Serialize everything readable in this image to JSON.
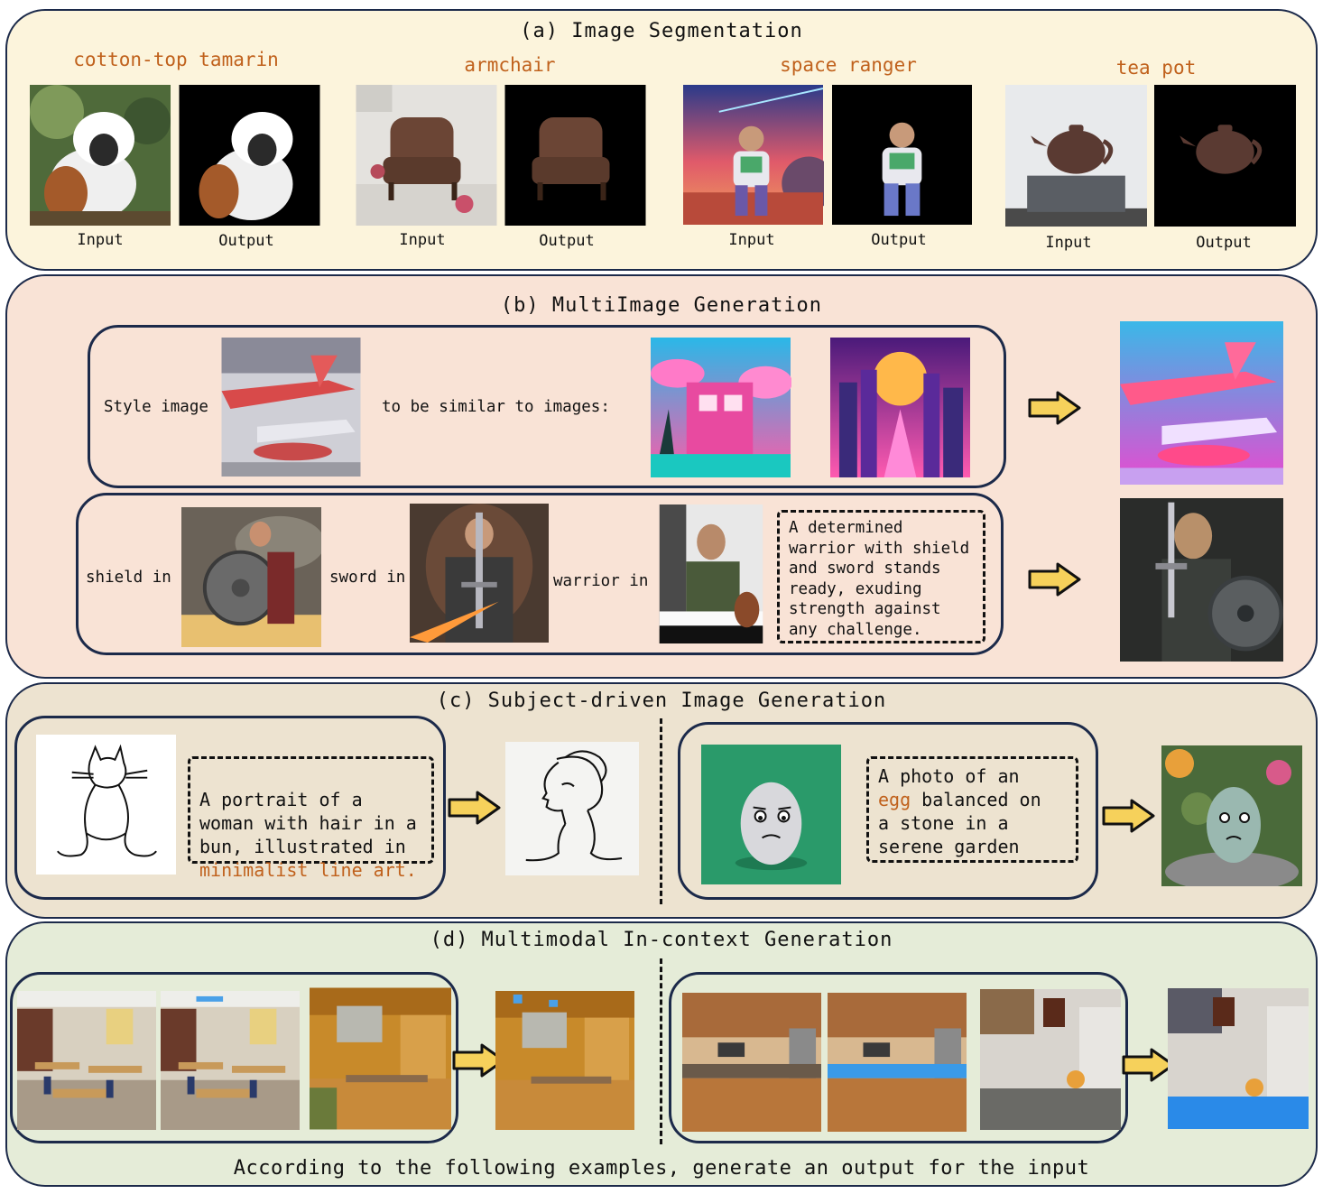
{
  "colors": {
    "segmentation_bg": "#fcf4dc",
    "multiimage_bg": "#f9e3d6",
    "subject_bg": "#ede3d0",
    "incontext_bg": "#e5ecd8",
    "border": "#1c2a4a",
    "accent": "#c0611c",
    "arrow_fill": "#f6d15b"
  },
  "segmentation": {
    "title": "(a) Image Segmentation",
    "input_label": "Input",
    "output_label": "Output",
    "items": [
      {
        "label": "cotton-top tamarin",
        "input_icon": "tamarin-photo",
        "output_icon": "tamarin-mask"
      },
      {
        "label": "armchair",
        "input_icon": "armchair-photo",
        "output_icon": "armchair-mask"
      },
      {
        "label": "space ranger",
        "input_icon": "space-ranger-photo",
        "output_icon": "space-ranger-mask"
      },
      {
        "label": "tea pot",
        "input_icon": "teapot-photo",
        "output_icon": "teapot-mask"
      }
    ]
  },
  "multiimage": {
    "title": "(b) MultiImage Generation",
    "row1": {
      "prefix": "Style image",
      "middle": "to be similar to images:"
    },
    "row2": {
      "shield": "shield in",
      "sword": "sword in",
      "warrior": "warrior in",
      "prompt": "A determined\nwarrior with shield\nand sword stands\nready, exuding\nstrength against\nany challenge."
    }
  },
  "subject": {
    "title": "(c) Subject-driven Image Generation",
    "left_prompt_plain": "A portrait of a\nwoman with hair in a\nbun, illustrated in\n",
    "left_prompt_accent": "minimalist line art.",
    "right_prompt_line1": "A photo of an",
    "right_prompt_accent": "egg",
    "right_prompt_rest1": " balanced on",
    "right_prompt_rest2": "a stone in a\nserene garden"
  },
  "incontext": {
    "title": "(d) Multimodal In-context Generation",
    "footer": "According to the following examples, generate an output for the input"
  }
}
